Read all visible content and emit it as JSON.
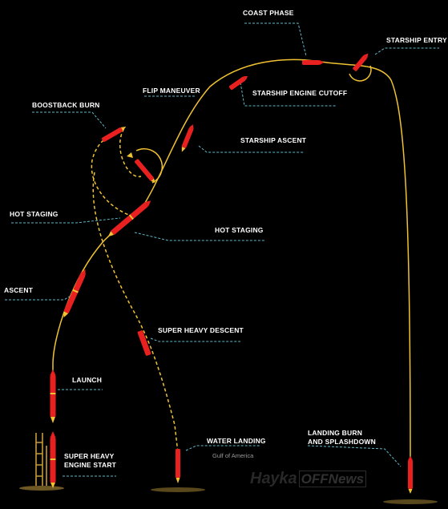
{
  "colors": {
    "background": "#000000",
    "flight_path": "#f0c232",
    "leader_line": "#5fb8c9",
    "rocket_body": "#e82020",
    "rocket_accent": "#f2c230",
    "text": "#ffffff",
    "subtext": "#9a9a9a"
  },
  "labels": {
    "coast_phase": "COAST PHASE",
    "starship_entry": "STARSHIP ENTRY",
    "flip_maneuver": "FLIP MANEUVER",
    "starship_engine_cutoff": "STARSHIP ENGINE CUTOFF",
    "boostback_burn": "BOOSTBACK BURN",
    "starship_ascent": "STARSHIP ASCENT",
    "hot_staging_left": "HOT STAGING",
    "hot_staging_right": "HOT STAGING",
    "ascent": "ASCENT",
    "super_heavy_descent": "SUPER HEAVY DESCENT",
    "launch": "LAUNCH",
    "water_landing": "WATER LANDING",
    "gulf_of_america": "Gulf of America",
    "landing_burn_line1": "LANDING BURN",
    "landing_burn_line2": "AND SPLASHDOWN",
    "super_heavy_engine_start_line1": "SUPER HEAVY",
    "super_heavy_engine_start_line2": "ENGINE START"
  },
  "watermark": {
    "part1": "Науka",
    "part2": "OFFNews"
  }
}
